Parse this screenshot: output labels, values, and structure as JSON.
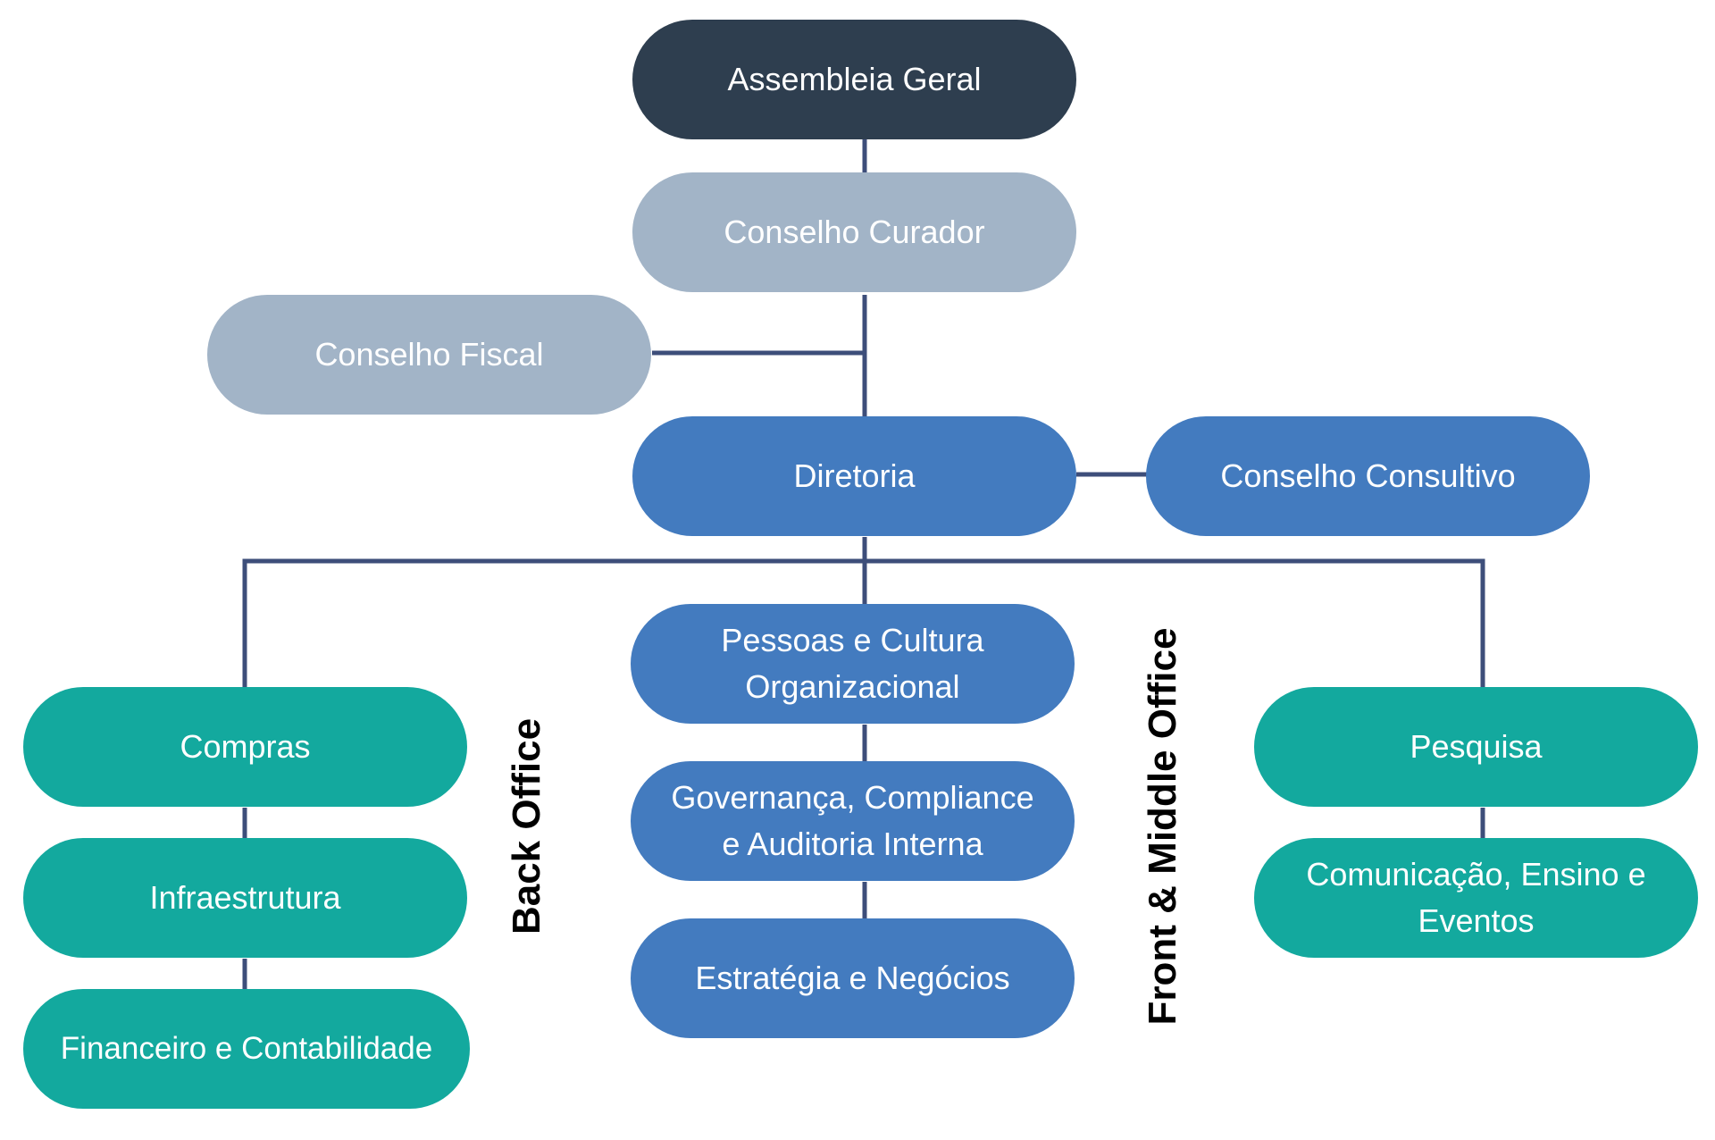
{
  "colors": {
    "top": "#2e3e4f",
    "council": "#a2b4c7",
    "blue": "#437bbf",
    "teal": "#13a99e",
    "line": "#3d4e7a"
  },
  "nodes": {
    "assembleia": "Assembleia Geral",
    "curador": "Conselho Curador",
    "fiscal": "Conselho Fiscal",
    "diretoria": "Diretoria",
    "consultivo": "Conselho Consultivo",
    "pessoas": "Pessoas e Cultura\nOrganizacional",
    "governanca": "Governança, Compliance\ne Auditoria Interna",
    "estrategia": "Estratégia e Negócios",
    "compras": "Compras",
    "infra": "Infraestrutura",
    "financeiro": "Financeiro e Contabilidade",
    "pesquisa": "Pesquisa",
    "comunicacao": "Comunicação, Ensino e\nEventos"
  },
  "labels": {
    "back_office": "Back Office",
    "front_middle": "Front & Middle Office"
  }
}
